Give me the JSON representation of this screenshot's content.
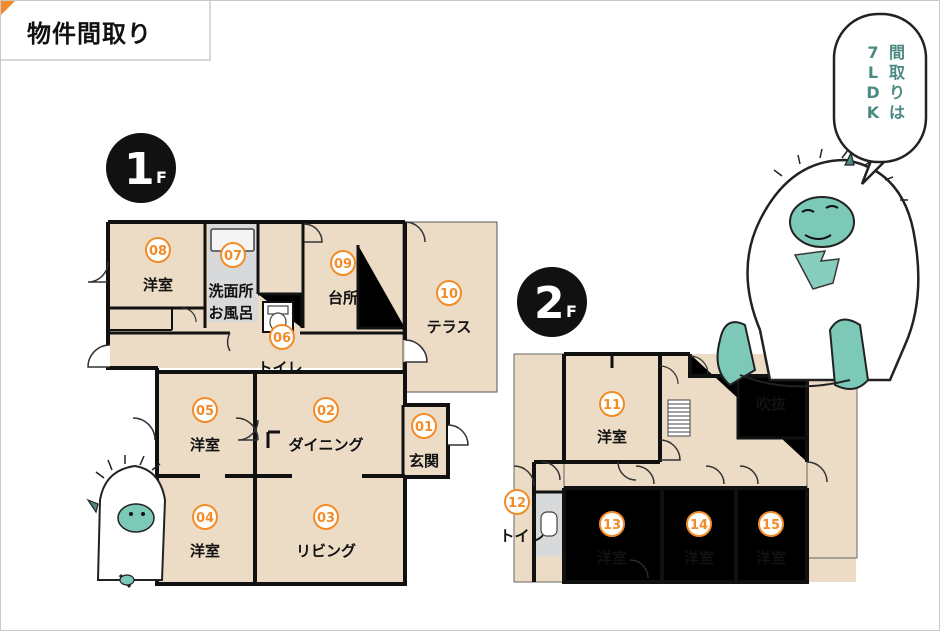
{
  "header": {
    "title": "物件間取り"
  },
  "floors": {
    "first": "1",
    "second": "2",
    "suffix": "F"
  },
  "rooms": [
    {
      "num": "08",
      "name": "洋室"
    },
    {
      "num": "07",
      "name": "洗面所",
      "name2": "お風呂"
    },
    {
      "num": "06",
      "name": "トイレ"
    },
    {
      "num": "09",
      "name": "台所"
    },
    {
      "num": "10",
      "name": "テラス"
    },
    {
      "num": "05",
      "name": "洋室"
    },
    {
      "num": "02",
      "name": "ダイニング"
    },
    {
      "num": "01",
      "name": "玄関"
    },
    {
      "num": "04",
      "name": "洋室"
    },
    {
      "num": "03",
      "name": "リビング"
    },
    {
      "num": "11",
      "name": "洋室"
    },
    {
      "num": "12",
      "name": "トイレ"
    },
    {
      "num": "13",
      "name": "洋室"
    },
    {
      "num": "14",
      "name": "洋室"
    },
    {
      "num": "15",
      "name": "洋室"
    }
  ],
  "fukinuki": "吹抜",
  "bubble": {
    "col1": [
      "間",
      "取",
      "り",
      "は"
    ],
    "col2": [
      "7",
      "L",
      "D",
      "K"
    ]
  },
  "colors": {
    "floor": "#ecdcc6",
    "wall": "#1a1a1a",
    "accent": "#f28c28",
    "mascot": "#7cc9b8"
  }
}
